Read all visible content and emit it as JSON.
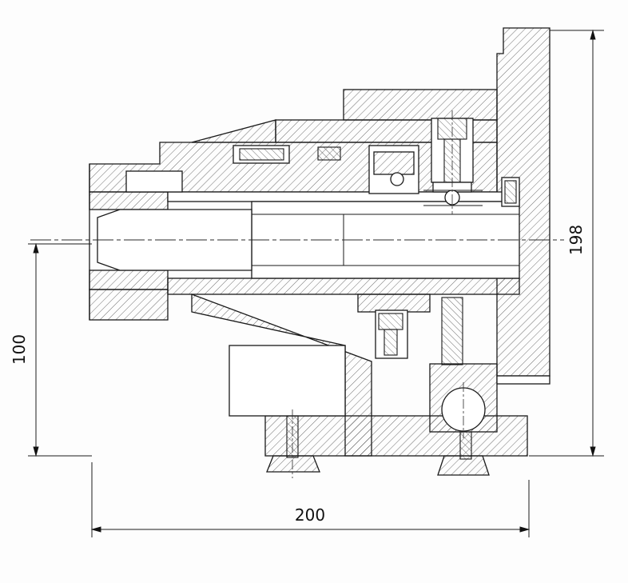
{
  "drawing": {
    "dimensions": {
      "left_vertical": "100",
      "right_vertical": "198",
      "bottom_horizontal": "200"
    },
    "colors": {
      "line": "#1a1a1a",
      "background": "#fdfdfd"
    }
  }
}
